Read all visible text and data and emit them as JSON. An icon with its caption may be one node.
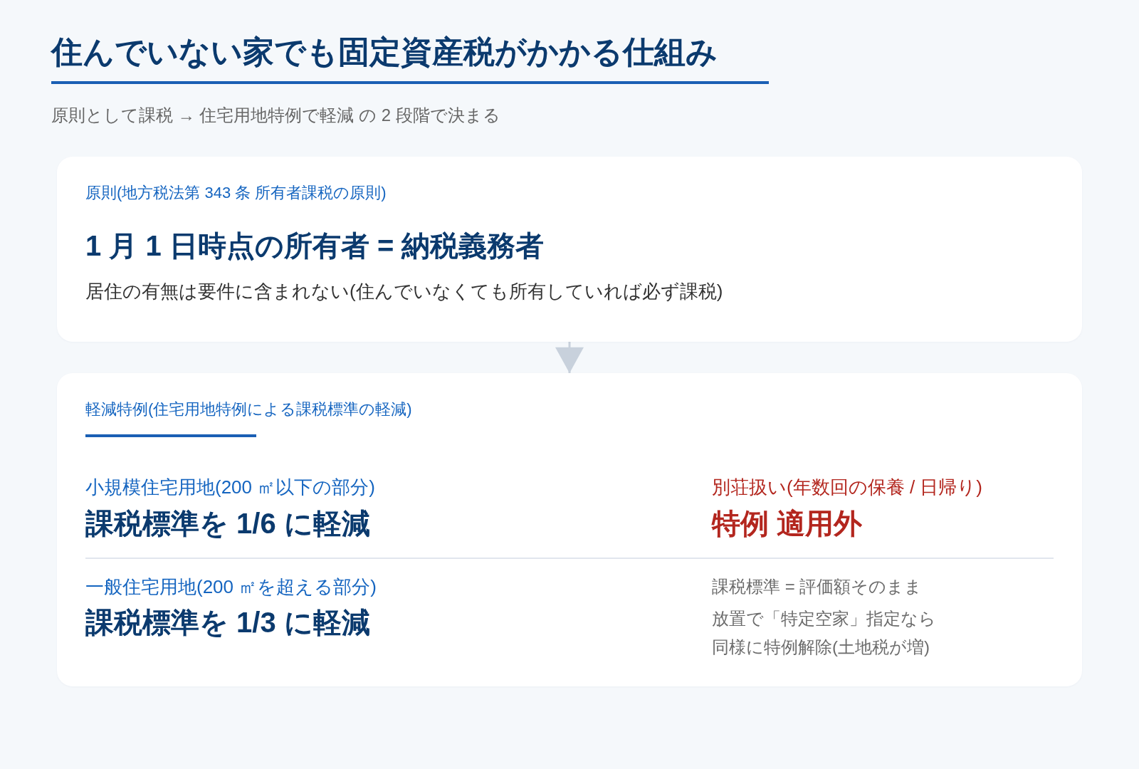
{
  "diagram": {
    "title": "住んでいない家でも固定資産税がかかる仕組み",
    "nodes": [
      {
        "text": [
          "原則(地方税法第 343 条 所有者課税の原則)",
          "1 月 1 日時点の所有者 = 納税義務者",
          "居住の有無は要件に含まれない(住んでいなくても所有していれば必ず課税)"
        ]
      },
      {
        "text": [
          "軽減特例(住宅用地特例による課税標準の軽減)",
          "小規模住宅用地(200 ㎡以下の部分)",
          "課税標準を 1/6 に軽減",
          "別荘扱い(年数回の保養 / 日帰り)",
          "特例 適用外",
          "一般住宅用地(200 ㎡を超える部分)",
          "課税標準を 1/3 に軽減",
          "課税標準 = 評価額そのまま",
          "放置で「特定空家」指定なら同様に特例解除(土地税が増)"
        ]
      }
    ],
    "edges": [
      {
        "from": 0,
        "to": 1,
        "arrow": "to"
      }
    ],
    "labels": [
      "原則として課税 → 住宅用地特例で軽減 の 2 段階で決まる"
    ]
  }
}
